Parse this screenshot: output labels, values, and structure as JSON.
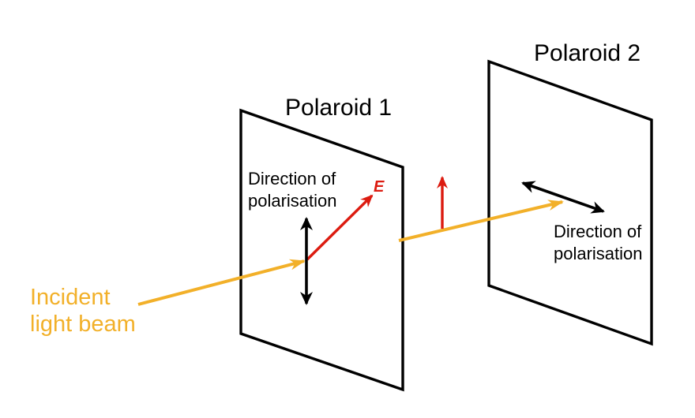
{
  "colors": {
    "beam": "#F2B029",
    "field_arrow": "#DC1B10",
    "ink": "#000000",
    "background": "#FFFFFF"
  },
  "labels": {
    "polaroid1": "Polaroid 1",
    "polaroid2": "Polaroid 2",
    "incident_beam": {
      "line1": "Incident",
      "line2": "light beam"
    },
    "polaroid1_direction": {
      "line1": "Direction of",
      "line2": "polarisation"
    },
    "polaroid2_direction": {
      "line1": "Direction of",
      "line2": "polarisation"
    },
    "e_field": "E"
  }
}
